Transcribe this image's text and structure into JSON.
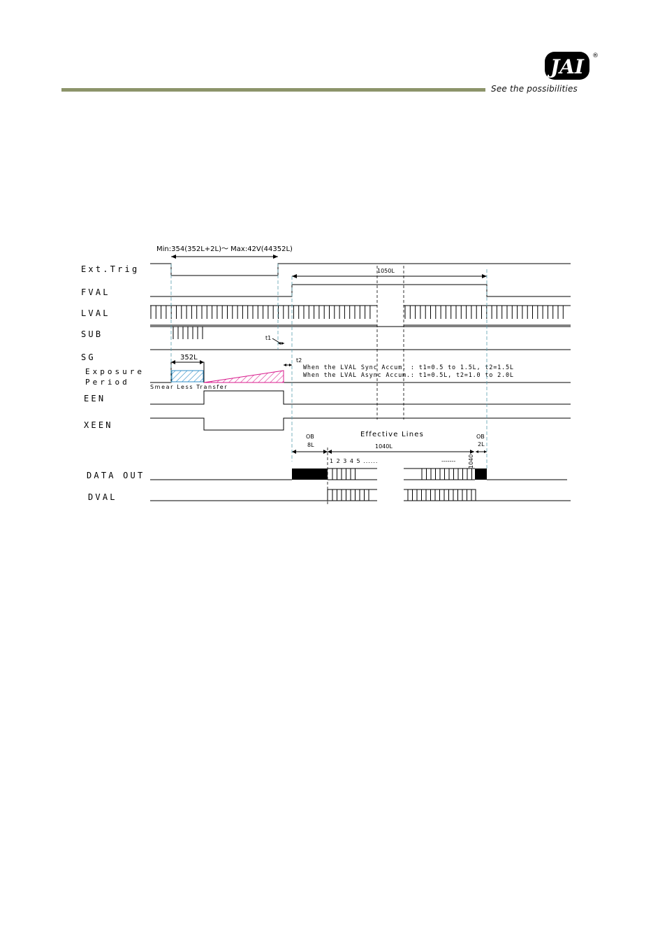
{
  "header": {
    "tagline": "See the possibilities",
    "logo_text": "JAI",
    "logo_mark": "®",
    "rule_color": "#8c946a"
  },
  "diagram": {
    "top_annotation": "Min:354(352L+2L)～   Max:42V(44352L)",
    "signals": {
      "ext_trig": "Ext.Trig",
      "fval": "FVAL",
      "lval": "LVAL",
      "sub": "SUB",
      "sg": "SG",
      "exposure_1": "Exposure",
      "exposure_2": "Period",
      "een": "EEN",
      "xeen": "XEEN",
      "data_out": "DATA OUT",
      "dval": "DVAL"
    },
    "labels": {
      "fval_period": "1050L",
      "sub_period": "352L",
      "t1": "t1",
      "t2": "t2",
      "smear": "Smear Less Transfer",
      "note_sync": "When the LVAL Sync Accum. : t1=0.5 to 1.5L, t2=1.5L",
      "note_async": "When the LVAL Async Accum.: t1=0.5L, t2=1.0 to 2.0L",
      "effective_lines": "Effective Lines",
      "ob_left": "OB",
      "ob_left_count": "8L",
      "effective_count": "1040L",
      "ob_right": "OB",
      "ob_right_count": "2L",
      "line_numbers": "1 2 3 4 5 ......",
      "dots_right": "-------",
      "last_line": "1040"
    },
    "colors": {
      "exposure_blue": "#2f8fc8",
      "smear_magenta": "#d81b8c",
      "guide_dash": "#5aa0b0"
    }
  }
}
